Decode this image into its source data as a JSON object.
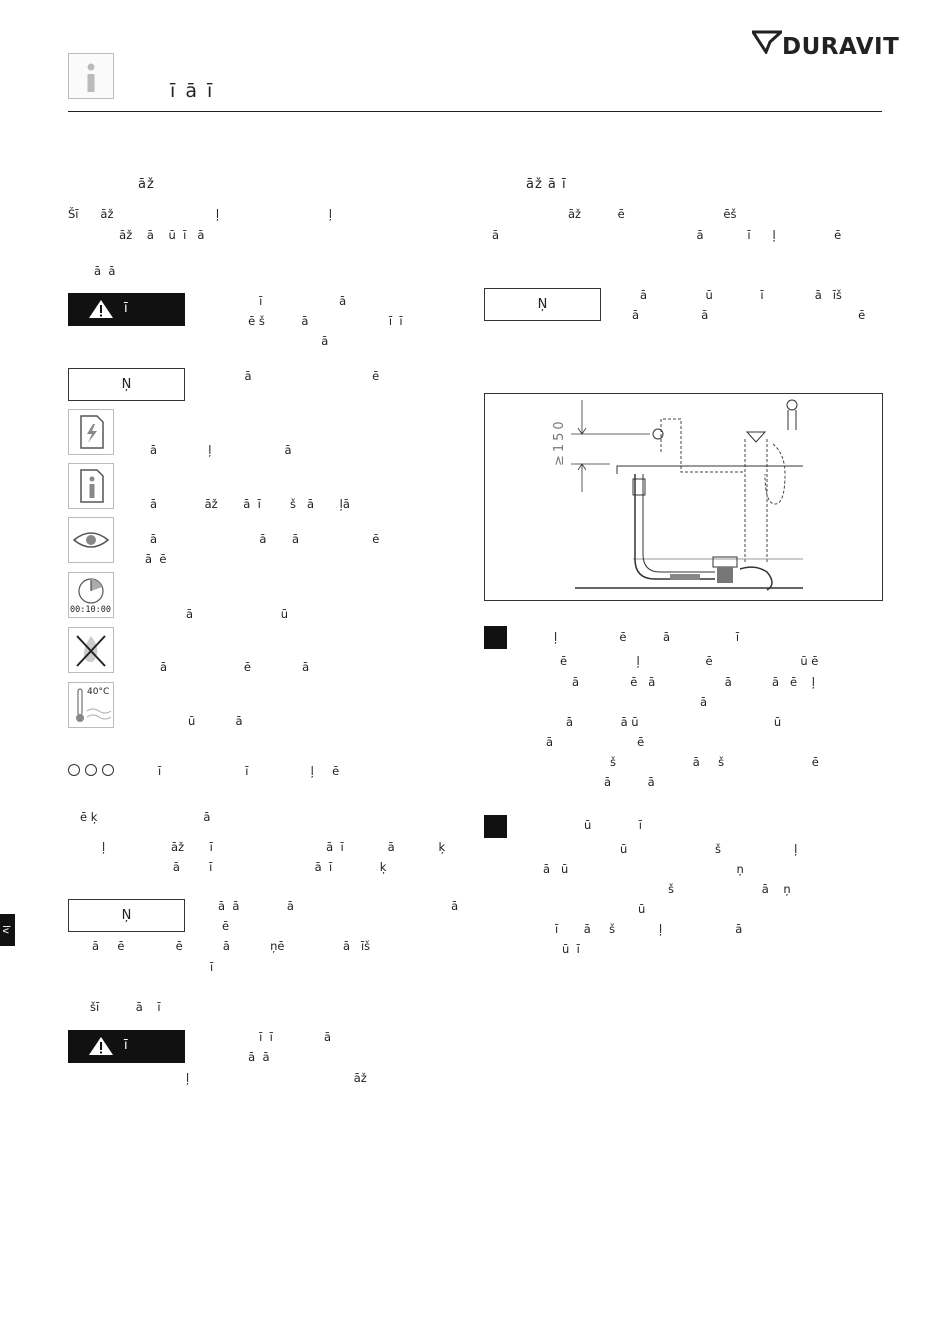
{
  "header": {
    "title": "ī   ā ī",
    "logo": "DURAVIT",
    "language": "lv"
  },
  "left": {
    "section1_heading": "āž",
    "intro_line1": "Šī      āž                            ļ                              ļ",
    "intro_line2": "              āž    ā    ū  ī   ā",
    "subheading1": "ā  ā",
    "warning1_label": "ī",
    "warning1_text": [
      "                    ī                     ā",
      "                 ē š          ā                      ī  ī",
      "                                     ā"
    ],
    "note1_label": "Ņ",
    "note1_text": "                ā                                 ē",
    "icon_rows": [
      {
        "icon": "document-lightning-icon",
        "text": "ā              ļ                    ā"
      },
      {
        "icon": "document-info-icon",
        "text": "ā             āž       ā  ī        š   ā       ļā"
      },
      {
        "icon": "eye-icon",
        "text": "ā                            ā       ā                    ē",
        "text2": "ā  ē"
      },
      {
        "icon": "clock-icon",
        "clock_label": "00:10:00",
        "text": "ā                        ū"
      },
      {
        "icon": "no-flame-icon",
        "text": "ā                     ē              ā"
      },
      {
        "icon": "thermometer-icon",
        "temp_label": "40°C",
        "text": "ū           ā"
      }
    ],
    "circles_text": "ī                       ī                 ļ     ē",
    "subheading2": "ē ķ                             ā",
    "para2_line1": "ļ                  āž       ī                               ā  ī            ā            ķ",
    "para2_line2": "               ā        ī                            ā  ī             ķ",
    "note2_label": "Ņ",
    "note2_text": [
      "ā  ā             ā                                           ā",
      "ē",
      "ā     ē              ē           ā           ņē                ā   īš",
      "ī"
    ],
    "subheading3": "šī          ā    ī",
    "warning2_label": "ī",
    "warning2_text": [
      "                    ī  ī              ā",
      "                 ā  ā",
      "ļ                                             āž"
    ]
  },
  "right": {
    "section2_heading": "āž           ā   ī",
    "para1_line1": "āž          ē                           ēš",
    "para1_line2": "ā                                                      ā            ī      ļ                ē",
    "note_label": "Ņ",
    "note_text": [
      "ā                ū             ī              ā   īš",
      "ā                 ā                                         ē"
    ],
    "diagram_dim_label": "≥150",
    "step1_text": [
      "ļ                 ē          ā                  ī",
      "ē                   ļ                  ē                        ū ē",
      "ā              ē   ā                   ā           ā   ē    ļ",
      "ā",
      "ā             ā ū                                     ū",
      "ā                       ē",
      "š                     ā     š                        ē",
      "ā          ā"
    ],
    "step2_text": [
      "ū             ī",
      "ū                        š                    ļ",
      "ā   ū                                              ņ",
      "š                        ā    ņ",
      "ū",
      "ī       ā     š            ļ                    ā",
      "ū  ī"
    ]
  }
}
